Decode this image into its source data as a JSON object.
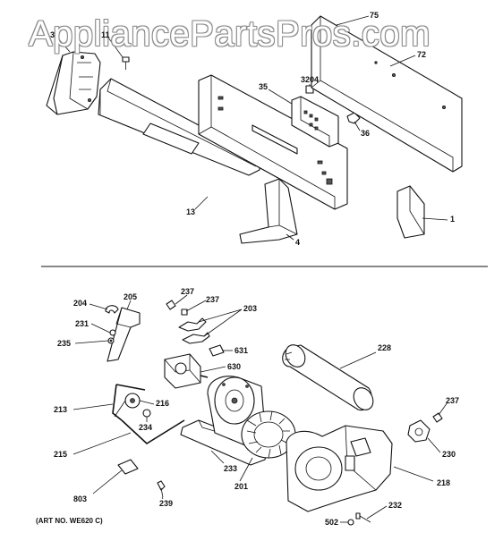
{
  "watermark": "AppliancePartsPros.com",
  "art_number": "(ART NO. WE620 C)",
  "top_section": {
    "callouts": [
      {
        "id": "c3",
        "text": "3"
      },
      {
        "id": "c11",
        "text": "11"
      },
      {
        "id": "c75",
        "text": "75"
      },
      {
        "id": "c72",
        "text": "72"
      },
      {
        "id": "c3204",
        "text": "3204"
      },
      {
        "id": "c35",
        "text": "35"
      },
      {
        "id": "c36",
        "text": "36"
      },
      {
        "id": "c13",
        "text": "13"
      },
      {
        "id": "c4",
        "text": "4"
      },
      {
        "id": "c1",
        "text": "1"
      }
    ]
  },
  "bottom_section": {
    "callouts": [
      {
        "id": "c204",
        "text": "204"
      },
      {
        "id": "c205",
        "text": "205"
      },
      {
        "id": "c237a",
        "text": "237"
      },
      {
        "id": "c237b",
        "text": "237"
      },
      {
        "id": "c203",
        "text": "203"
      },
      {
        "id": "c231",
        "text": "231"
      },
      {
        "id": "c235",
        "text": "235"
      },
      {
        "id": "c631",
        "text": "631"
      },
      {
        "id": "c228",
        "text": "228"
      },
      {
        "id": "c630",
        "text": "630"
      },
      {
        "id": "c213",
        "text": "213"
      },
      {
        "id": "c216",
        "text": "216"
      },
      {
        "id": "c234",
        "text": "234"
      },
      {
        "id": "c237c",
        "text": "237"
      },
      {
        "id": "c230",
        "text": "230"
      },
      {
        "id": "c215",
        "text": "215"
      },
      {
        "id": "c233",
        "text": "233"
      },
      {
        "id": "c201",
        "text": "201"
      },
      {
        "id": "c218",
        "text": "218"
      },
      {
        "id": "c803",
        "text": "803"
      },
      {
        "id": "c239",
        "text": "239"
      },
      {
        "id": "c232",
        "text": "232"
      },
      {
        "id": "c502",
        "text": "502"
      }
    ]
  }
}
